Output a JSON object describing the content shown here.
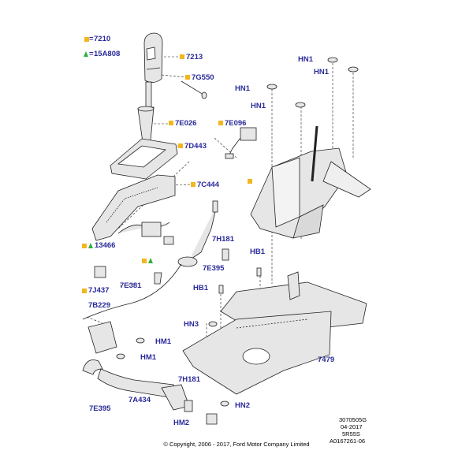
{
  "legend": {
    "square_ref": "7210",
    "triangle_ref": "15A808",
    "square_color": "#f2b61f",
    "triangle_color": "#2fae3a"
  },
  "callouts": {
    "c7213": "7213",
    "c7g550": "7G550",
    "c7e026": "7E026",
    "c7d443": "7D443",
    "c7e096": "7E096",
    "c7c444": "7C444",
    "c13466": "13466",
    "c7h181a": "7H181",
    "c7e395a": "7E395",
    "c7e381": "7E381",
    "c7j437": "7J437",
    "c7b229": "7B229",
    "chm1a": "HM1",
    "chm1b": "HM1",
    "c7e395b": "7E395",
    "c7a434": "7A434",
    "c7h181b": "7H181",
    "chm2": "HM2",
    "chn2": "HN2",
    "chn1a": "HN1",
    "chn1b": "HN1",
    "chn1c": "HN1",
    "chn1d": "HN1",
    "chb1a": "HB1",
    "chb1b": "HB1",
    "chn3": "HN3",
    "c7479": "7479"
  },
  "info": {
    "line1": "3070505G",
    "line2": "04-2017",
    "line3": "5R55S",
    "line4": "A0167261-06"
  },
  "copyright": "© Copyright, 2006 - 2017, Ford Motor Company Limited",
  "colors": {
    "label": "#2a2a9a",
    "line": "#222222",
    "part_fill": "#e6e6e6"
  }
}
